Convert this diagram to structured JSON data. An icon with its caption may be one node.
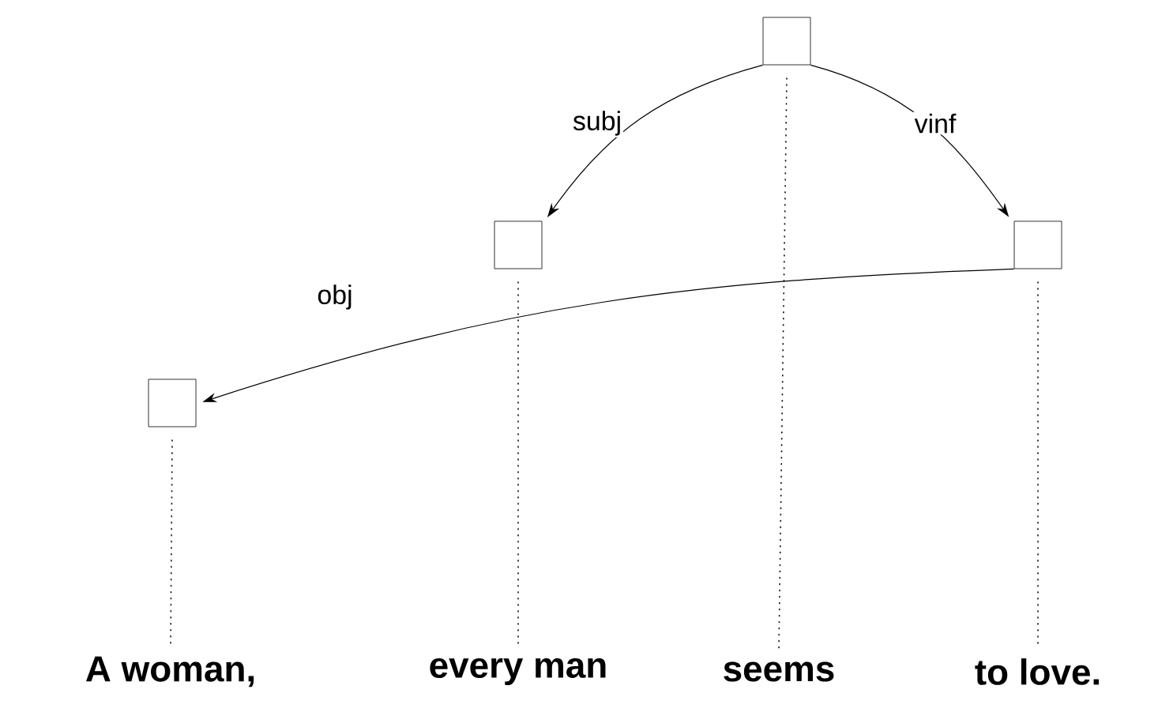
{
  "diagram": {
    "nodes": [
      {
        "text": [],
        "shape": "box"
      },
      {
        "text": [],
        "shape": "box"
      },
      {
        "text": [],
        "shape": "box"
      },
      {
        "text": [],
        "shape": "box"
      },
      {
        "text": [
          "A woman,"
        ]
      },
      {
        "text": [
          "every man"
        ]
      },
      {
        "text": [
          "seems"
        ]
      },
      {
        "text": [
          "to love."
        ]
      }
    ],
    "edges": [
      {
        "from": 0,
        "to": 1,
        "arrow": "to",
        "label": "subj"
      },
      {
        "from": 0,
        "to": 2,
        "arrow": "to",
        "label": "vinf"
      },
      {
        "from": 2,
        "to": 3,
        "arrow": "to",
        "label": "obj"
      },
      {
        "from": 3,
        "to": 4,
        "arrow": "none",
        "style": "dashed"
      },
      {
        "from": 1,
        "to": 5,
        "arrow": "none",
        "style": "dashed"
      },
      {
        "from": 0,
        "to": 6,
        "arrow": "none",
        "style": "dashed"
      },
      {
        "from": 2,
        "to": 7,
        "arrow": "none",
        "style": "dashed"
      }
    ]
  }
}
